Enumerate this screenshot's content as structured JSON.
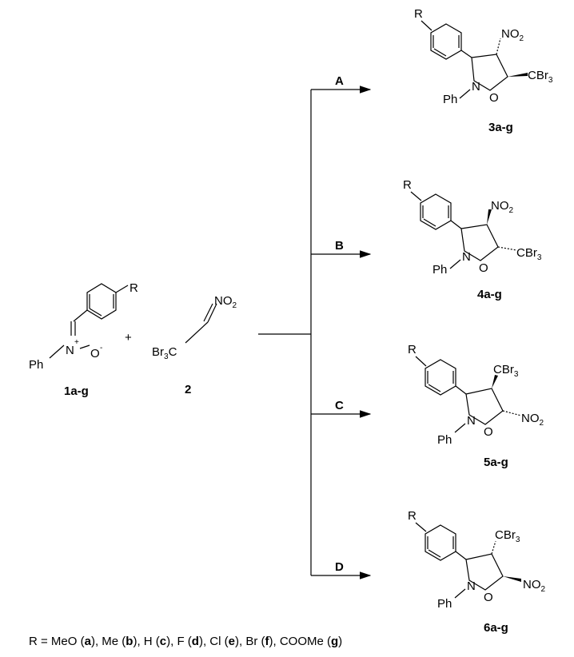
{
  "reactants": {
    "nitrone": {
      "r_label": "R",
      "ph_label": "Ph",
      "n_label": "N",
      "plus": "+",
      "o_label": "O",
      "minus": "-",
      "compound": "1a-g"
    },
    "plus_sign": "+",
    "nitroalkene": {
      "no2": "NO",
      "no2_sub": "2",
      "br3c": "Br",
      "br3c_sub": "3",
      "br3c_tail": "C",
      "compound": "2"
    }
  },
  "routes": [
    {
      "condition": "A",
      "compound": "3a-g"
    },
    {
      "condition": "B",
      "compound": "4a-g"
    },
    {
      "condition": "C",
      "compound": "5a-g"
    },
    {
      "condition": "D",
      "compound": "6a-g"
    }
  ],
  "product_labels": {
    "r": "R",
    "ph": "Ph",
    "n": "N",
    "o": "O",
    "no2": "NO",
    "no2_sub": "2",
    "cbr3": "CBr",
    "cbr3_sub": "3"
  },
  "footnote": {
    "prefix": "R = MeO (",
    "items": [
      {
        "code": "a",
        "text": "), Me ("
      },
      {
        "code": "b",
        "text": "), H ("
      },
      {
        "code": "c",
        "text": "), F ("
      },
      {
        "code": "d",
        "text": "), Cl ("
      },
      {
        "code": "e",
        "text": "), Br ("
      },
      {
        "code": "f",
        "text": "), COOMe ("
      },
      {
        "code": "g",
        "text": ")"
      }
    ]
  }
}
